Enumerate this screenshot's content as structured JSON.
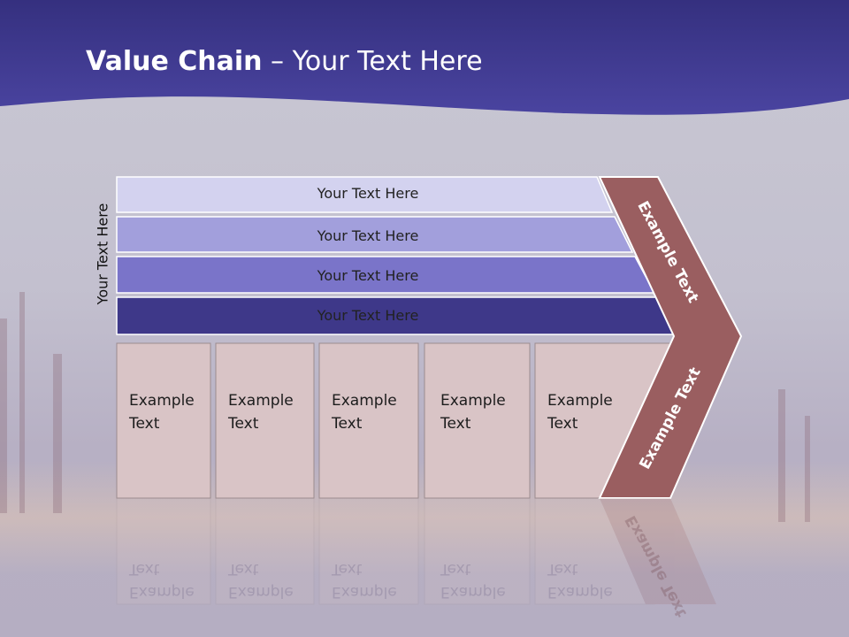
{
  "title": {
    "bold": "Value Chain",
    "rest": " – Your Text Here"
  },
  "side_label": "Your Text Here",
  "bars": [
    "Your Text Here",
    "Your Text Here",
    "Your Text Here",
    "Your Text Here"
  ],
  "boxes": [
    {
      "line1": "Example",
      "line2": "Text"
    },
    {
      "line1": "Example",
      "line2": "Text"
    },
    {
      "line1": "Example",
      "line2": "Text"
    },
    {
      "line1": "Example",
      "line2": "Text"
    },
    {
      "line1": "Example",
      "line2": "Text"
    }
  ],
  "chevron": {
    "upper": "Example Text",
    "lower": "Example Text"
  },
  "colors": {
    "header": "#3b3590",
    "bar1": "#d3d2ef",
    "bar2": "#a29fdc",
    "bar3": "#7a74c9",
    "bar4": "#3e3889",
    "box": "#d9c4c6",
    "chevron": "#9a5e60"
  }
}
